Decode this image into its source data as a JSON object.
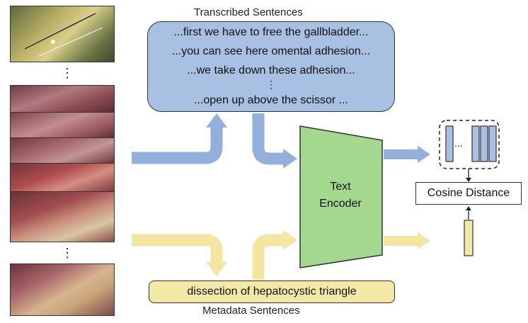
{
  "transcript_title": "Transcribed Sentences",
  "transcript_lines": [
    "...first we have to free the gallbladder...",
    "...you can see here omental adhesion...",
    "...we take down these adhesion...",
    "⋮",
    "...open up above the scissor ..."
  ],
  "metadata_title": "Metadata Sentences",
  "metadata_text": "dissection of hepatocystic triangle",
  "encoder_label_1": "Text",
  "encoder_label_2": "Encoder",
  "cosine_label": "Cosine Distance",
  "vector_dots": "...",
  "frame_dots": "⋮",
  "colors": {
    "blue": "#a8c1e3",
    "blue_arrow": "#93b0dc",
    "yellow": "#f3e9a6",
    "yellow_arrow": "#f2e6a0",
    "green": "#a4d88f"
  }
}
